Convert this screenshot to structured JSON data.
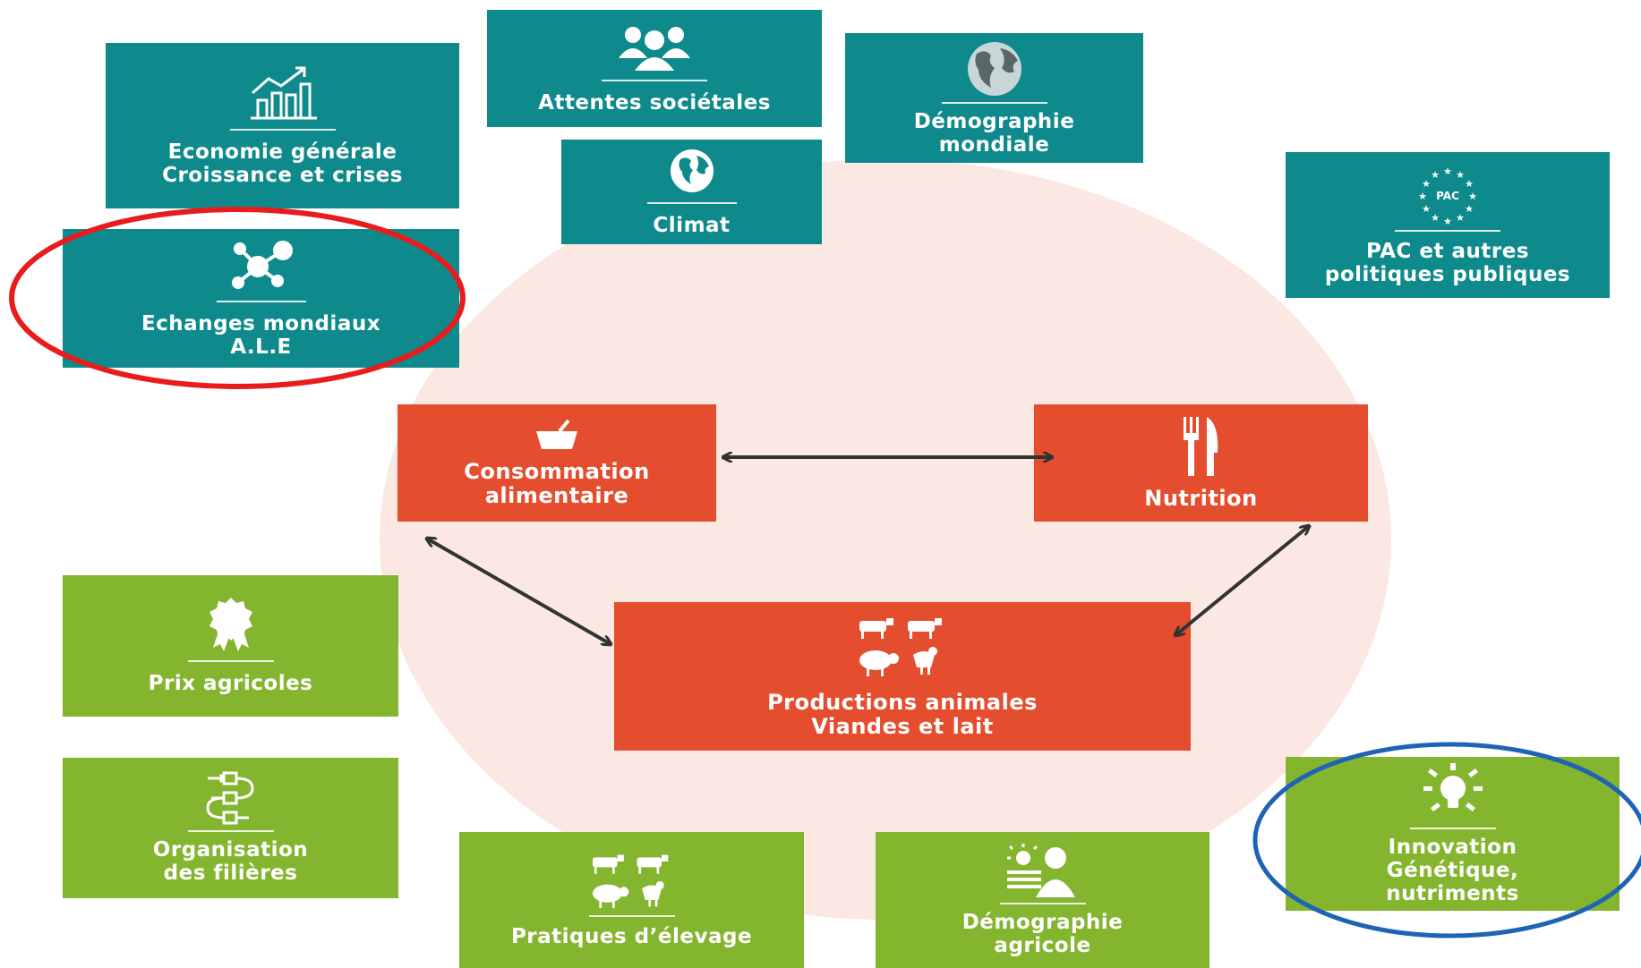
{
  "colors": {
    "teal": "#0e8a8c",
    "orange": "#e54d2f",
    "green": "#84b52e",
    "circle": "#fbe8e2",
    "highlight_red": "#e81c1c",
    "highlight_blue": "#1f63b5"
  },
  "external_factors": {
    "economie": {
      "label": "Economie générale\nCroissance et crises",
      "icon": "growth-chart-icon"
    },
    "attentes": {
      "label": "Attentes sociétales",
      "icon": "people-group-icon"
    },
    "demographie_mondiale": {
      "label": "Démographie\nmondiale",
      "icon": "globe-icon"
    },
    "climat": {
      "label": "Climat",
      "icon": "earth-icon"
    },
    "pac": {
      "label": "PAC et autres\npolitiques publiques",
      "icon": "eu-stars-icon",
      "icon_text": "PAC"
    },
    "echanges": {
      "label": "Echanges mondiaux\nA.L.E",
      "icon": "network-molecule-icon"
    }
  },
  "core": {
    "consommation": {
      "label": "Consommation\nalimentaire",
      "icon": "shopping-basket-icon"
    },
    "nutrition": {
      "label": "Nutrition",
      "icon": "fork-knife-icon"
    },
    "productions": {
      "label": "Productions animales\nViandes et lait",
      "icon": "livestock-icon"
    }
  },
  "sector_factors": {
    "prix": {
      "label": "Prix agricoles",
      "icon": "award-rosette-icon"
    },
    "organisation": {
      "label": "Organisation\ndes filières",
      "icon": "flow-process-icon"
    },
    "pratiques": {
      "label": "Pratiques d’élevage",
      "icon": "livestock-icon"
    },
    "demographie_agricole": {
      "label": "Démographie\nagricole",
      "icon": "farmer-icon"
    },
    "innovation": {
      "label": "Innovation\nGénétique,\nnutriments",
      "icon": "lightbulb-icon"
    }
  }
}
